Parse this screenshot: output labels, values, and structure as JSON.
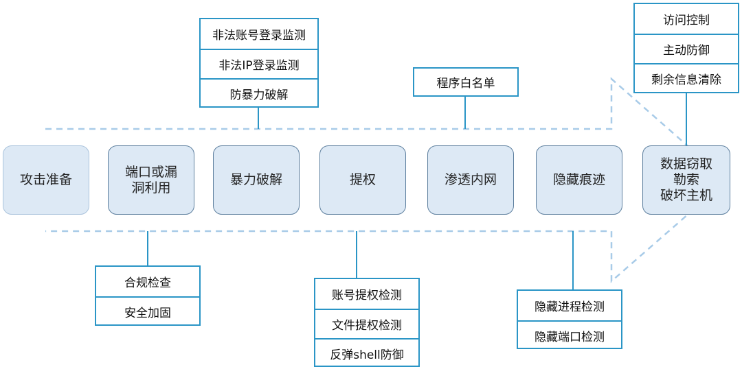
{
  "stages": [
    {
      "id": "s1",
      "label": "攻击准备"
    },
    {
      "id": "s2",
      "label": "端口或漏\n洞利用"
    },
    {
      "id": "s3",
      "label": "暴力破解"
    },
    {
      "id": "s4",
      "label": "提权"
    },
    {
      "id": "s5",
      "label": "渗透内网"
    },
    {
      "id": "s6",
      "label": "隐藏痕迹"
    },
    {
      "id": "s7",
      "label": "数据窃取\n勒索\n破坏主机"
    }
  ],
  "top_groups": [
    {
      "id": "t1",
      "items": [
        "非法账号登录监测",
        "非法IP登录监测",
        "防暴力破解"
      ]
    },
    {
      "id": "t2",
      "items": [
        "程序白名单"
      ]
    },
    {
      "id": "t3",
      "items": [
        "访问控制",
        "主动防御",
        "剩余信息清除"
      ]
    }
  ],
  "bottom_groups": [
    {
      "id": "b1",
      "items": [
        "合规检查",
        "安全加固"
      ]
    },
    {
      "id": "b2",
      "items": [
        "账号提权检测",
        "文件提权检测",
        "反弹shell防御"
      ]
    },
    {
      "id": "b3",
      "items": [
        "隐藏进程检测",
        "隐藏端口检测"
      ]
    }
  ],
  "colors": {
    "arrow_dash": "#a8cbe8",
    "box_border": "#2a95c6",
    "stage_fill": "#dde9f5",
    "stage_border": "#5d7f9e"
  }
}
